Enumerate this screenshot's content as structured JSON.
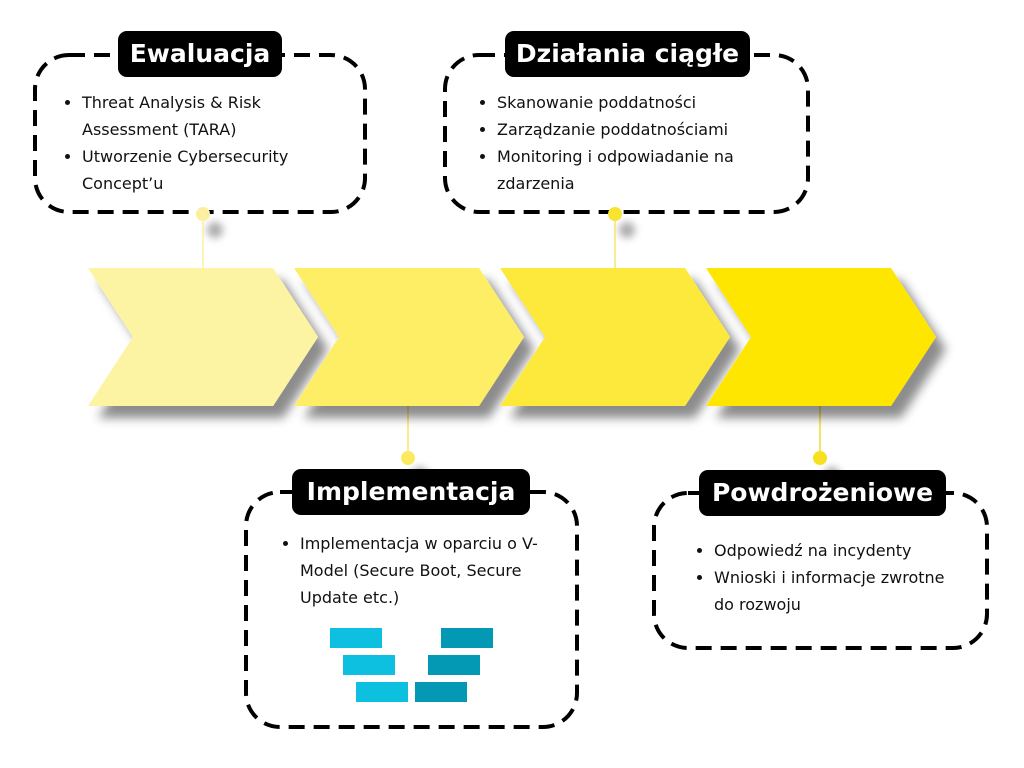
{
  "stages": [
    {
      "title": "Ewaluacja",
      "items": [
        "Threat Analysis & Risk Assessment (TARA)",
        "Utworzenie Cybersecurity Concept’u"
      ]
    },
    {
      "title": "Działania ciągłe",
      "items": [
        "Skanowanie poddatności",
        "Zarządzanie poddatnościami",
        "Monitoring i odpowiadanie na zdarzenia"
      ]
    },
    {
      "title": "Implementacja",
      "items": [
        "Implementacja w oparciu o V-Model (Secure Boot, Secure Update etc.)"
      ]
    },
    {
      "title": "Powdrożeniowe",
      "items": [
        "Odpowiedź na incydenty",
        "Wnioski i informacje zwrotne do rozwoju"
      ]
    }
  ],
  "colors": {
    "chevron1": "#FCF4A3",
    "chevron2": "#FDEE65",
    "chevron3": "#FDE93A",
    "chevron4": "#FEE600",
    "vlight": "#0EC0E0",
    "vdark": "#0398B4"
  }
}
